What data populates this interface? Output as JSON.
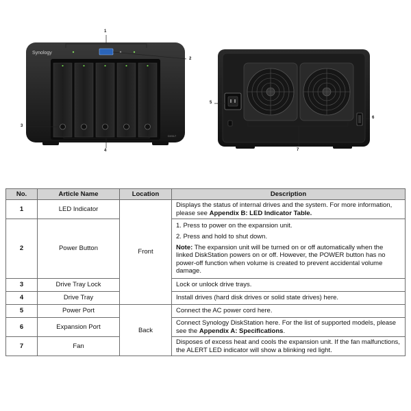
{
  "figure": {
    "front_brand": "Synology",
    "front_model": "DX517",
    "front_callouts": [
      "1",
      "2",
      "3",
      "4"
    ],
    "back_callouts": [
      "5",
      "6",
      "7"
    ]
  },
  "table": {
    "headers": [
      "No.",
      "Article Name",
      "Location",
      "Description"
    ],
    "rows": [
      {
        "no": "1",
        "name": "LED Indicator",
        "desc_prefix": "Displays the status of internal drives and the system. For more information, please see ",
        "desc_link": "Appendix B: LED Indicator Table."
      },
      {
        "no": "2",
        "name": "Power Button",
        "line1": "1. Press to power on the expansion unit.",
        "line2": "2. Press and hold to shut down.",
        "note_label": "Note:",
        "note_text": " The expansion unit will be turned on or off automatically when the linked DiskStation powers on or off. However, the POWER button has no power-off function when volume is created to prevent accidental volume damage."
      },
      {
        "no": "3",
        "name": "Drive Tray Lock",
        "desc": "Lock or unlock drive trays."
      },
      {
        "no": "4",
        "name": "Drive Tray",
        "desc": "Install drives (hard disk drives or solid state drives) here."
      },
      {
        "no": "5",
        "name": "Power Port",
        "desc": "Connect the AC power cord here."
      },
      {
        "no": "6",
        "name": "Expansion Port",
        "desc_prefix": "Connect Synology DiskStation here. For the list of supported models, please see the ",
        "desc_link": "Appendix A: Specifications",
        "desc_suffix": "."
      },
      {
        "no": "7",
        "name": "Fan",
        "desc": "Disposes of excess heat and cools the expansion unit. If the fan malfunctions, the ALERT LED indicator will show a blinking red light."
      }
    ],
    "location_front": "Front",
    "location_back": "Back"
  }
}
